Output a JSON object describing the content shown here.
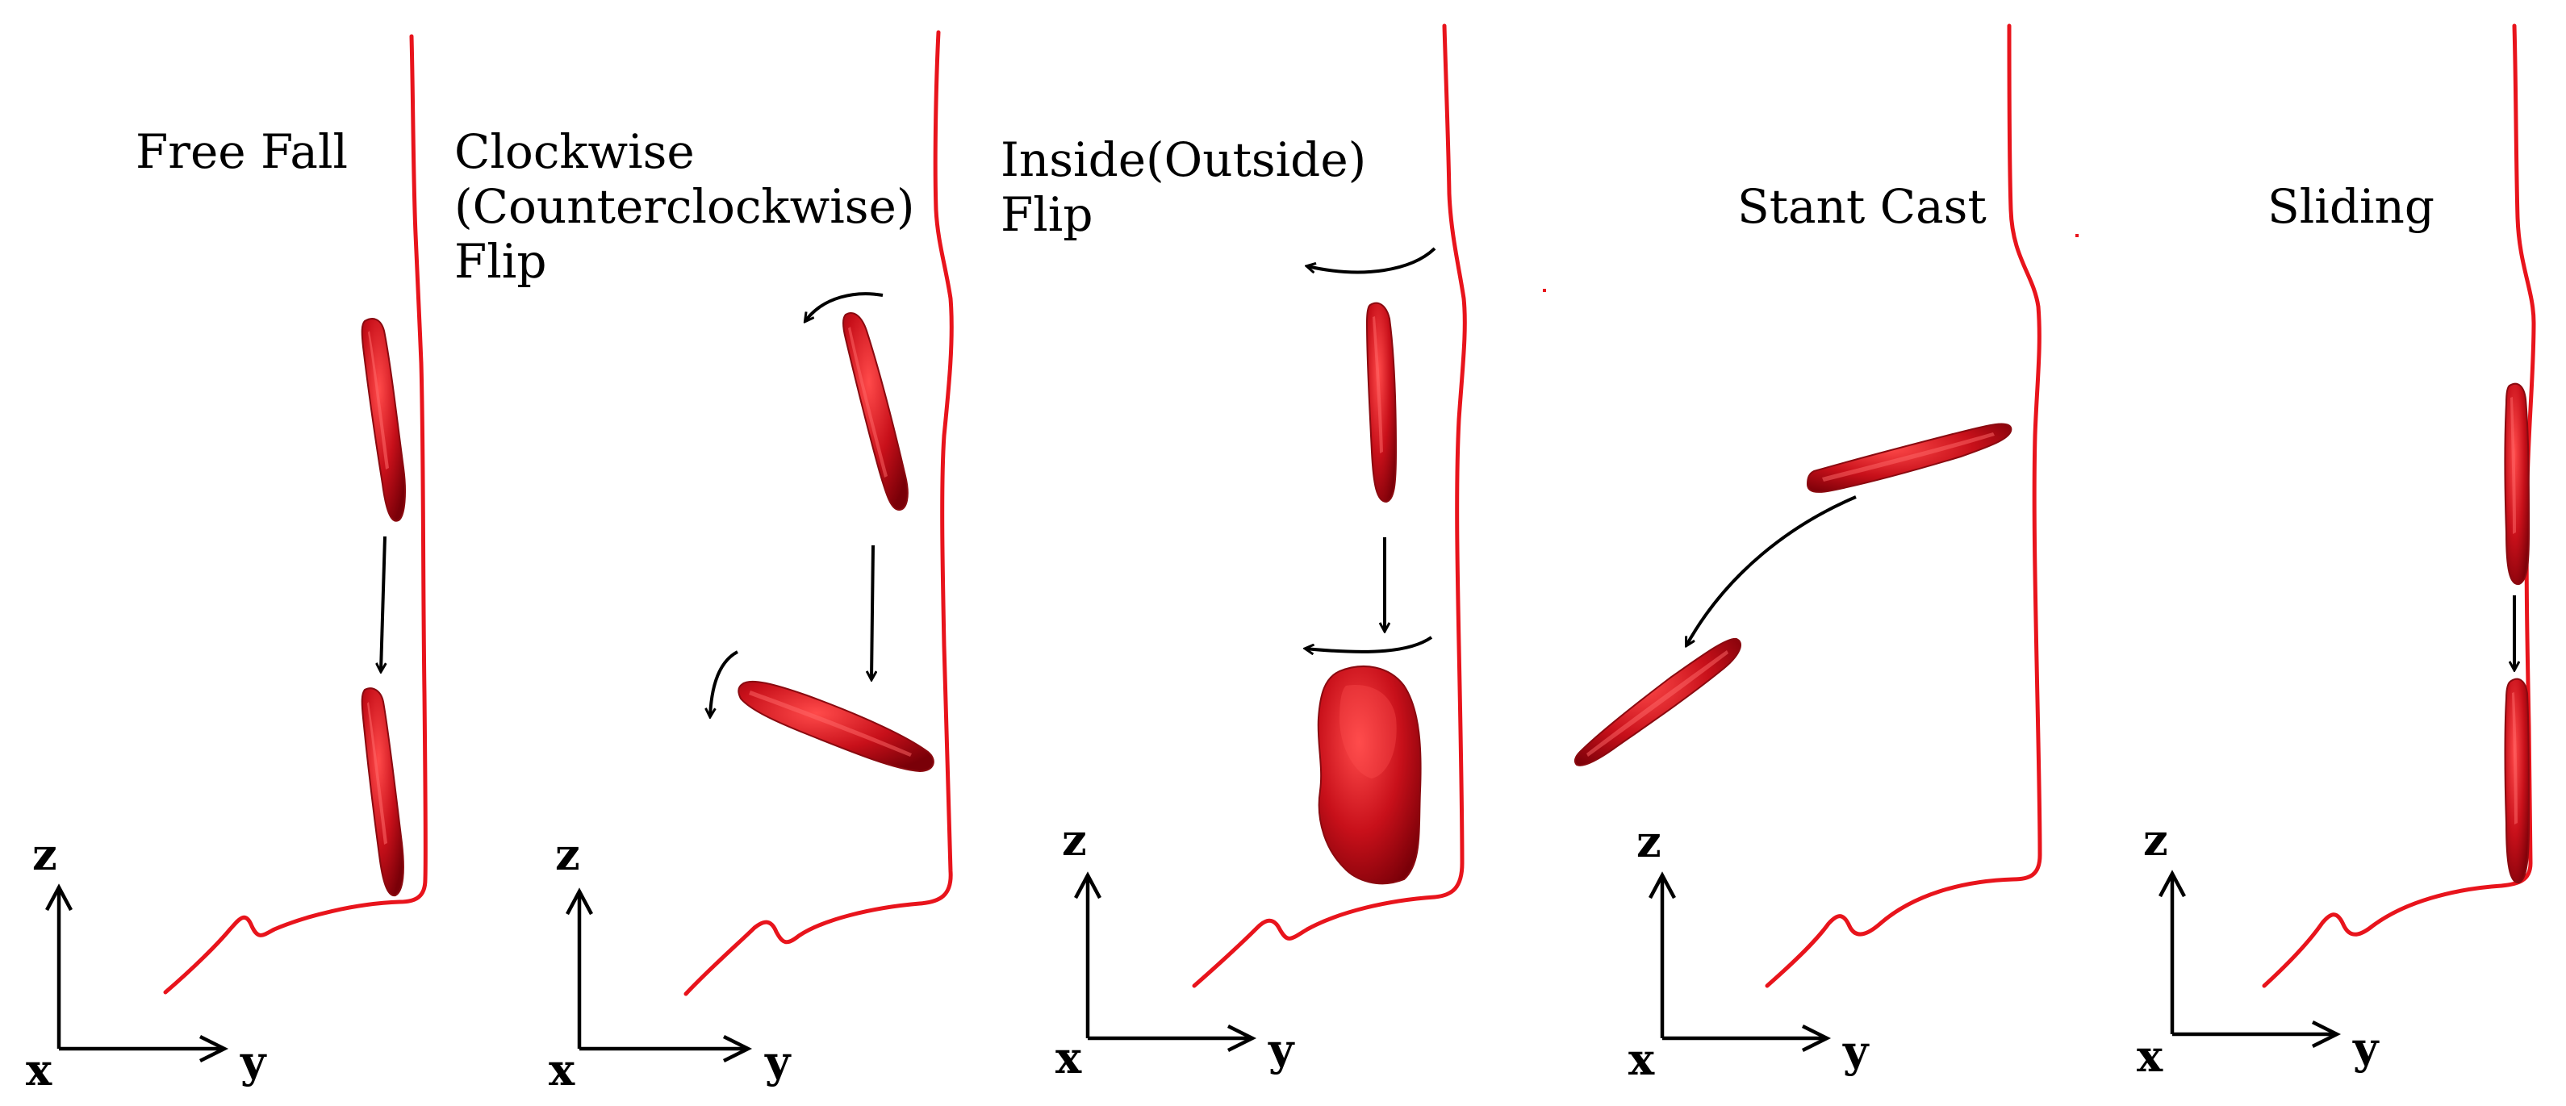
{
  "figure": {
    "panels": [
      {
        "id": "free-fall",
        "title_lines": [
          "Free Fall"
        ]
      },
      {
        "id": "clockwise-flip",
        "title_lines": [
          "Clockwise",
          "(Counterclockwise)",
          "Flip"
        ]
      },
      {
        "id": "inside-flip",
        "title_lines": [
          "Inside(Outside)",
          "Flip"
        ]
      },
      {
        "id": "stant-cast",
        "title_lines": [
          "Stant Cast"
        ]
      },
      {
        "id": "sliding",
        "title_lines": [
          "Sliding"
        ]
      }
    ],
    "axes": {
      "vertical": "z",
      "horizontal": "y",
      "origin": "x"
    },
    "colors": {
      "wall": "#e8141c",
      "cell_fill": "#c8101a",
      "cell_highlight": "#ff5a5a",
      "cell_shadow": "#7a0008",
      "arrow": "#000000",
      "background": "#ffffff"
    }
  }
}
